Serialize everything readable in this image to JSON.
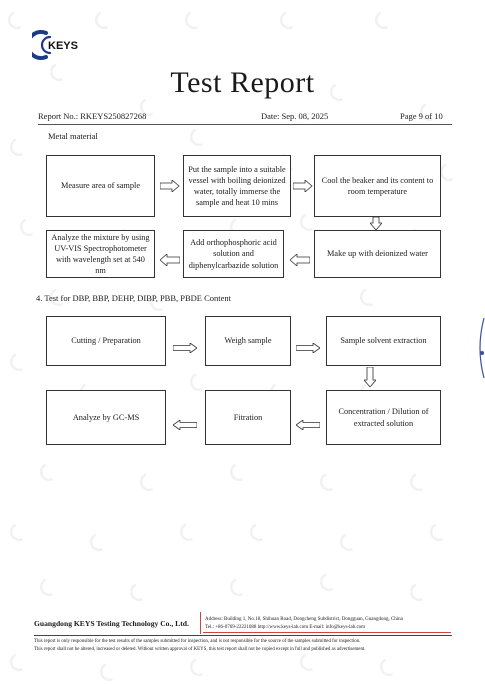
{
  "header": {
    "logo_text": "KEYS",
    "title": "Test Report",
    "report_no": "Report No.: RKEYS250827268",
    "date": "Date: Sep. 08, 2025",
    "page": "Page 9 of 10"
  },
  "section1": {
    "heading": "Metal material",
    "steps": [
      "Measure area of sample",
      "Put the sample into a suitable vessel with boiling deionized water, totally immerse the sample and heat 10 mins",
      "Cool the beaker and its content to room temperature",
      "Make up with deionized water",
      "Add orthophosphoric acid solution and diphenylcarbazide solution",
      "Analyze the mixture by using UV-VIS Spectrophotometer with wavelength set at 540 nm"
    ]
  },
  "section2": {
    "heading": "4. Test for DBP, BBP, DEHP, DIBP, PBB, PBDE Content",
    "steps": [
      "Cutting / Preparation",
      "Weigh sample",
      "Sample solvent extraction",
      "Concentration / Dilution of extracted solution",
      "Fitration",
      "Analyze by GC-MS"
    ]
  },
  "footer": {
    "company": "Guangdong KEYS Testing Technology Co., Ltd.",
    "address": "Address: Building 1, No.18, Shihuan Road, Dongcheng Subdistrict, Dongguan, Guangdong, China",
    "contact": "Tel.: +86-0769-22221088    http://www.keys-lab.com    E-mail: info@keys-lab.com",
    "disclaimer_1": "This report is only responsible for the test results of the samples submitted for inspection, and is not responsible for the source of the samples submitted for inspection.",
    "disclaimer_2": "This report shall not be altered, increased or deleted. Without written approval of KEYS, this test report shall not be copied except in full and published as advertisement."
  },
  "colors": {
    "accent_red": "#c44444",
    "border": "#333333",
    "watermark": "#9a9a9a"
  }
}
